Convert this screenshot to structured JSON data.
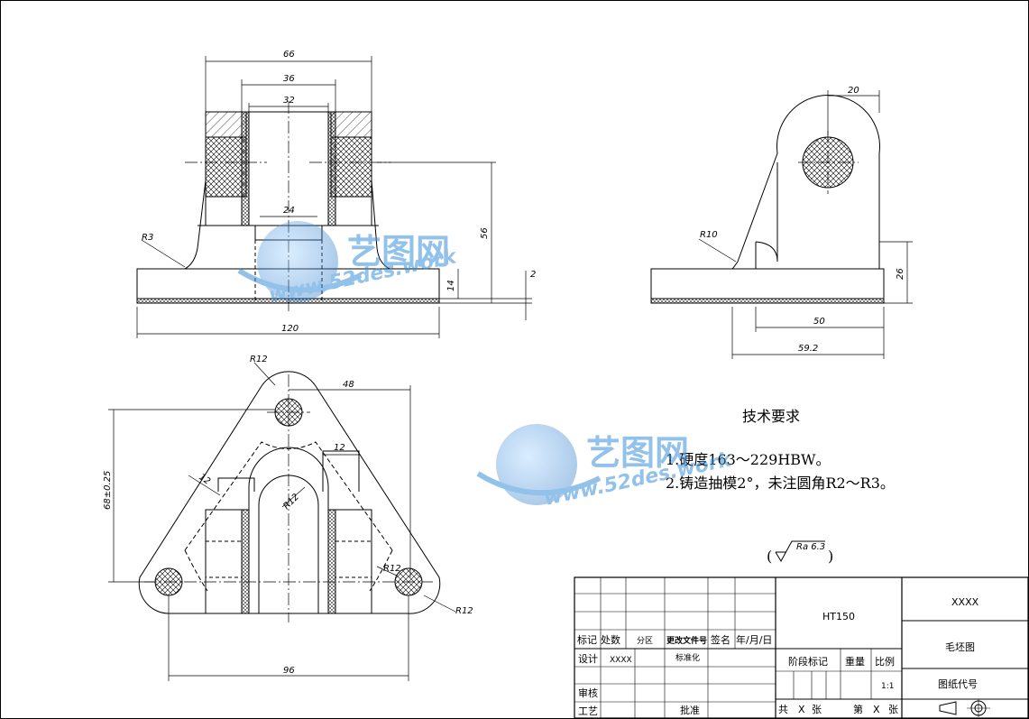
{
  "drawing": {
    "front_view": {
      "dims": {
        "d66": "66",
        "d36": "36",
        "d32": "32",
        "d24": "24",
        "d56": "56",
        "d2": "2",
        "d14": "14",
        "d120": "120",
        "r3": "R3"
      }
    },
    "side_view": {
      "dims": {
        "d20": "20",
        "r10": "R10",
        "d26": "26",
        "d50": "50",
        "d59": "59.2"
      }
    },
    "top_view": {
      "dims": {
        "r12_top": "R12",
        "d48": "48",
        "d12a": "12",
        "d12b": "12",
        "d68": "68±0.25",
        "r12_mid": "R12",
        "r12_right": "R12",
        "r12_br": "R12",
        "d96": "96"
      }
    },
    "tech_requirements": {
      "title": "技术要求",
      "line1": "1.硬度163～229HBW。",
      "line2": "2.铸造抽模2°，未注圆角R2～R3。"
    },
    "roughness": {
      "label": "Ra 6.3",
      "open": "(",
      "close": ")"
    }
  },
  "title_block": {
    "material": "HT150",
    "company": "XXXX",
    "part_name": "毛坯图",
    "drawing_no_label": "图纸代号",
    "mark": "标记",
    "count": "处数",
    "zone": "分区",
    "change_doc": "更改文件号",
    "signature": "签名",
    "date": "年/月/日",
    "design": "设计",
    "designer": "XXXX",
    "standardize": "标准化",
    "stage_mark": "阶段标记",
    "weight": "重量",
    "scale_label": "比例",
    "scale": "1:1",
    "review": "审核",
    "process": "工艺",
    "approve": "批准",
    "total": "共",
    "x1": "X",
    "sheet1": "张",
    "nth": "第",
    "x2": "X",
    "sheet2": "张"
  },
  "watermark": {
    "brand": "艺图网",
    "url": "www.52des.work",
    "color": "#3a8fd8"
  }
}
